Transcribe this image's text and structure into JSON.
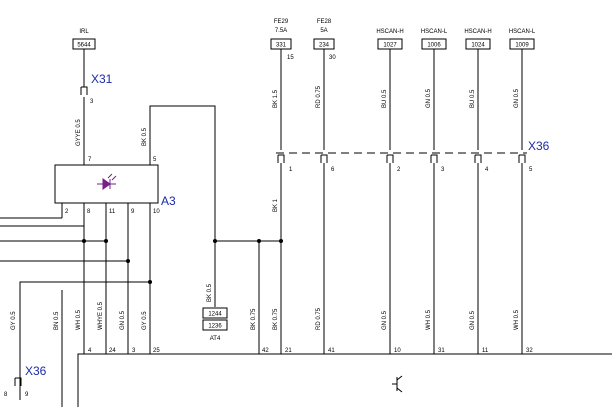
{
  "top_labels": [
    {
      "id": "irl",
      "name": "IRL",
      "code": "5644"
    },
    {
      "id": "fe29",
      "name": "FE29",
      "sub": "7.5A",
      "code": "331",
      "pin": "15"
    },
    {
      "id": "fe28",
      "name": "FE28",
      "sub": "5A",
      "code": "234",
      "pin": "30"
    },
    {
      "id": "hscan_h_1",
      "name": "HSCAN-H",
      "code": "1027"
    },
    {
      "id": "hscan_l_1",
      "name": "HSCAN-L",
      "code": "1006"
    },
    {
      "id": "hscan_h_2",
      "name": "HSCAN-H",
      "code": "1024"
    },
    {
      "id": "hscan_l_2",
      "name": "HSCAN-L",
      "code": "1009"
    }
  ],
  "connectors": {
    "x31": {
      "label": "X31",
      "pin": "3"
    },
    "x36_top": {
      "label": "X36",
      "pins": [
        "1",
        "6",
        "2",
        "3",
        "4",
        "5"
      ]
    },
    "x36_bottom": {
      "label": "X36",
      "pins": [
        "8",
        "9"
      ]
    }
  },
  "module_a3": {
    "label": "A3",
    "top_pins": [
      "7",
      "5"
    ],
    "bottom_pins": [
      "2",
      "8",
      "11",
      "9",
      "10"
    ]
  },
  "wire_labels_upper": {
    "gyye": "GYYE 0.5",
    "bk05": "BK 0.5",
    "bk15": "BK 1.5",
    "rd075": "RD 0.75",
    "bu05a": "BU 0.5",
    "gn05a": "GN 0.5",
    "bu05b": "BU 0.5",
    "gn05b": "GN 0.5"
  },
  "wire_label_bk1": "BK 1",
  "splice": {
    "codes": [
      "1244",
      "1236"
    ],
    "name": "AT4"
  },
  "wire_labels_lower": [
    {
      "id": "gy05a",
      "text": "GY 0.5"
    },
    {
      "id": "bn05",
      "text": "BN 0.5"
    },
    {
      "id": "wh05a",
      "text": "WH 0.5"
    },
    {
      "id": "whye",
      "text": "WHYE 0.5"
    },
    {
      "id": "gn05c",
      "text": "GN 0.5"
    },
    {
      "id": "gy05b",
      "text": "GY 0.5"
    },
    {
      "id": "bk05b",
      "text": "BK 0.5"
    },
    {
      "id": "bk075a",
      "text": "BK 0.75"
    },
    {
      "id": "bk075b",
      "text": "BK 0.75"
    },
    {
      "id": "rd075b",
      "text": "RD 0.75"
    },
    {
      "id": "gn05d",
      "text": "GN 0.5"
    },
    {
      "id": "wh05b",
      "text": "WH 0.5"
    },
    {
      "id": "gn05e",
      "text": "GN 0.5"
    },
    {
      "id": "wh05c",
      "text": "WH 0.5"
    }
  ],
  "bottom_pins": [
    "4",
    "24",
    "3",
    "25",
    "42",
    "21",
    "41",
    "10",
    "31",
    "11",
    "32"
  ]
}
